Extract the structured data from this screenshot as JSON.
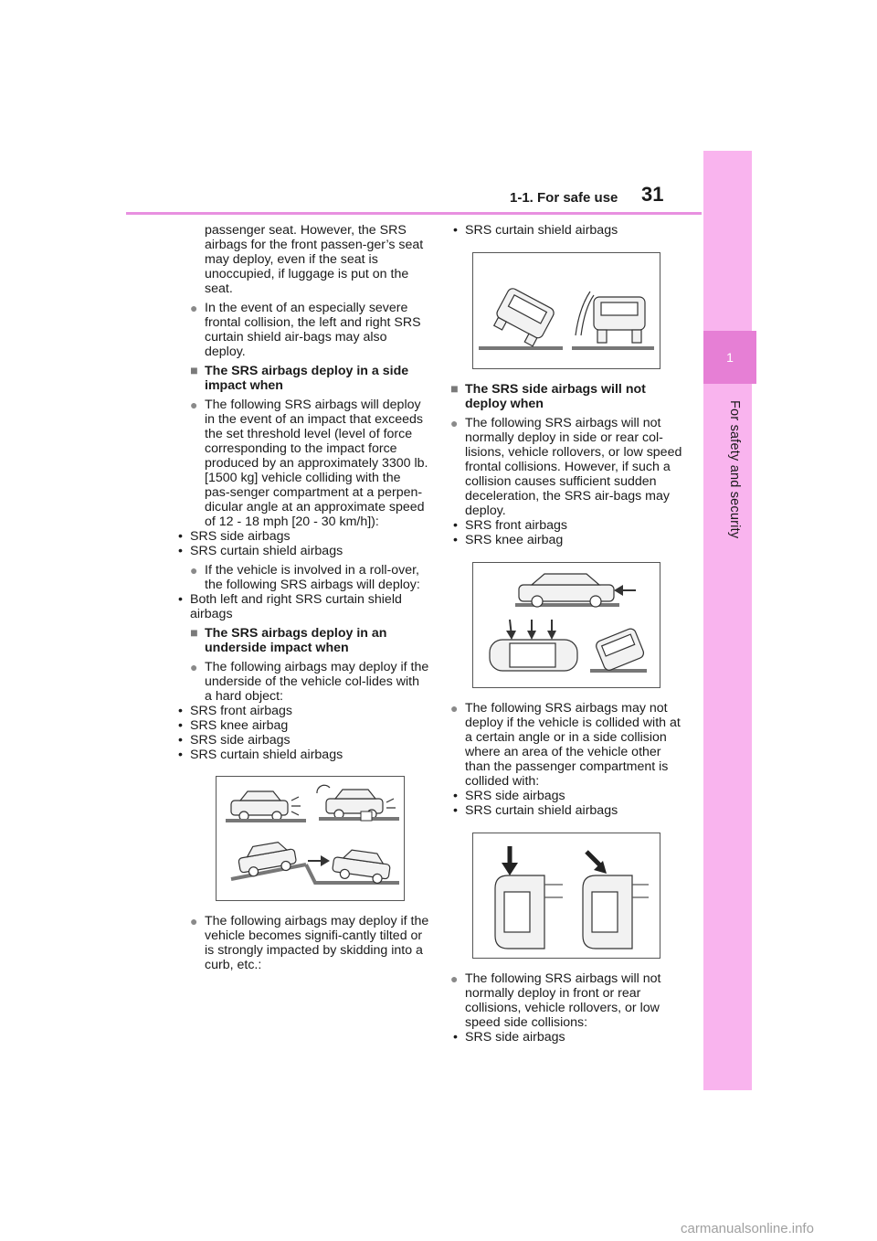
{
  "header": {
    "section_title": "1-1. For safe use",
    "page_number": "31"
  },
  "side": {
    "chapter_number": "1",
    "chapter_title": "For safety and security"
  },
  "left_column": {
    "p1": "passenger seat. However, the SRS airbags for the front passen-ger’s seat may deploy, even if the seat is unoccupied, if luggage is put on the seat.",
    "b1": "In the event of an especially severe frontal collision, the left and right SRS curtain shield air-bags may also deploy.",
    "h1": "The SRS airbags deploy in a side impact when",
    "b2": "The following SRS airbags will deploy in the event of an impact that exceeds the set threshold level (level of force corresponding to the impact force produced by an approximately 3300 lb. [1500 kg] vehicle colliding with the pas-senger compartment at a perpen-dicular angle at an approximate speed of 12 - 18 mph [20 - 30 km/h]):",
    "b2_items": [
      "SRS side airbags",
      "SRS curtain shield airbags"
    ],
    "b3": "If the vehicle is involved in a roll-over, the following SRS airbags will deploy:",
    "b3_items": [
      "Both left and right SRS curtain shield airbags"
    ],
    "h2": "The SRS airbags deploy in an underside impact when",
    "b4": "The following airbags may deploy if the underside of the vehicle col-lides with a hard object:",
    "b4_items": [
      "SRS front airbags",
      "SRS knee airbag",
      "SRS side airbags",
      "SRS curtain shield airbags"
    ],
    "b5": "The following airbags may deploy if the vehicle becomes signifi-cantly tilted or is strongly impacted by skidding into a curb, etc.:"
  },
  "right_column": {
    "r_items1": [
      "SRS curtain shield airbags"
    ],
    "h3": "The SRS side airbags will not deploy when",
    "b6": "The following SRS airbags will not normally deploy in side or rear col-lisions, vehicle rollovers, or low speed frontal collisions. However, if such a collision causes sufficient sudden deceleration, the SRS air-bags may deploy.",
    "b6_items": [
      "SRS front airbags",
      "SRS knee airbag"
    ],
    "b7": "The following SRS airbags may not deploy if the vehicle is collided with at a certain angle or in a side collision where an area of the vehicle other than the passenger compartment is collided with:",
    "b7_items": [
      "SRS side airbags",
      "SRS curtain shield airbags"
    ],
    "b8": "The following SRS airbags will not normally deploy in front or rear collisions, vehicle rollovers, or low speed side collisions:",
    "b8_items": [
      "SRS side airbags"
    ]
  },
  "footer": {
    "url": "carmanualsonline.info"
  },
  "colors": {
    "accent_pink": "#e67fd5",
    "tab_pink": "#f9b4ee",
    "rule_pink": "#e890e0"
  }
}
